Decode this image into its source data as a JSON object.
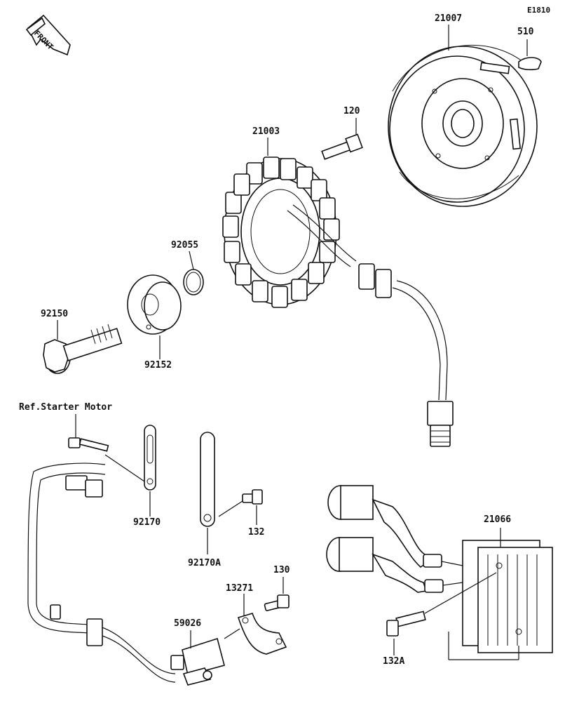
{
  "diagram_code": "E1810",
  "front_label": "FRONT",
  "reference_note": "Ref.Starter Motor",
  "parts": {
    "p21007": "21007",
    "p510": "510",
    "p120": "120",
    "p21003": "21003",
    "p92055": "92055",
    "p92150": "92150",
    "p92152": "92152",
    "p92170": "92170",
    "p92170A": "92170A",
    "p132": "132",
    "p21066": "21066",
    "p130": "130",
    "p13271": "13271",
    "p59026": "59026",
    "p132A": "132A"
  }
}
